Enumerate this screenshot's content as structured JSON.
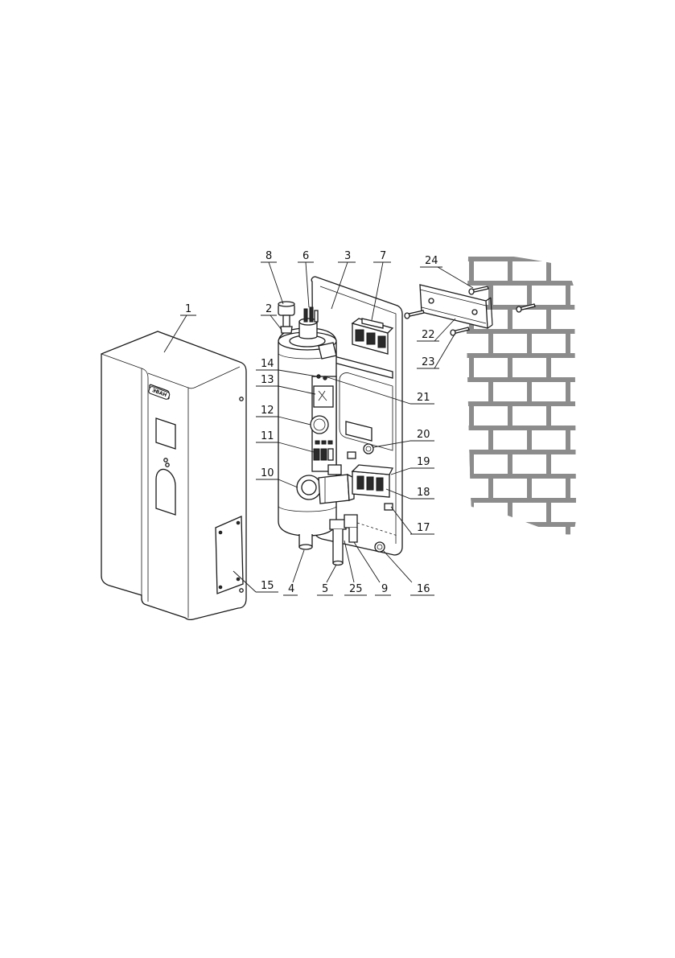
{
  "diagram": {
    "logo_text": "ЭВАН",
    "callouts": [
      {
        "id": "1",
        "label": "1"
      },
      {
        "id": "2",
        "label": "2"
      },
      {
        "id": "3",
        "label": "3"
      },
      {
        "id": "4",
        "label": "4"
      },
      {
        "id": "5",
        "label": "5"
      },
      {
        "id": "6",
        "label": "6"
      },
      {
        "id": "7",
        "label": "7"
      },
      {
        "id": "8",
        "label": "8"
      },
      {
        "id": "9",
        "label": "9"
      },
      {
        "id": "10",
        "label": "10"
      },
      {
        "id": "11",
        "label": "11"
      },
      {
        "id": "12",
        "label": "12"
      },
      {
        "id": "13",
        "label": "13"
      },
      {
        "id": "14",
        "label": "14"
      },
      {
        "id": "15",
        "label": "15"
      },
      {
        "id": "16",
        "label": "16"
      },
      {
        "id": "17",
        "label": "17"
      },
      {
        "id": "18",
        "label": "18"
      },
      {
        "id": "19",
        "label": "19"
      },
      {
        "id": "20",
        "label": "20"
      },
      {
        "id": "21",
        "label": "21"
      },
      {
        "id": "22",
        "label": "22"
      },
      {
        "id": "23",
        "label": "23"
      },
      {
        "id": "24",
        "label": "24"
      },
      {
        "id": "25",
        "label": "25"
      }
    ]
  }
}
